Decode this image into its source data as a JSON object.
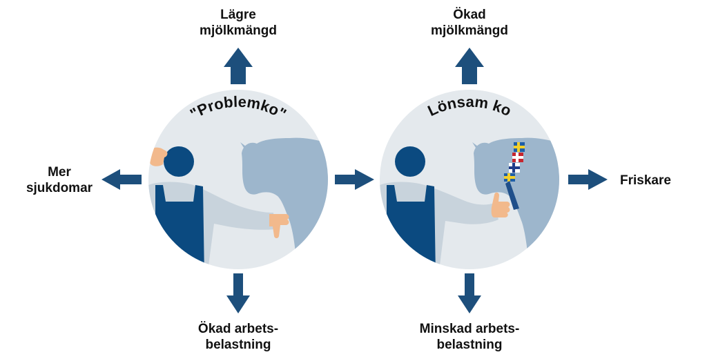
{
  "colors": {
    "arrow": "#1d4f7c",
    "circle_bg": "#e4e9ed",
    "cow": "#9db6cc",
    "farmer_dark": "#0b4a80",
    "shirt": "#c8d3dc",
    "skin": "#f2b98c",
    "text": "#111111"
  },
  "scenes": [
    {
      "title": "\"Problemko\"",
      "gesture": "thumbs-down",
      "labels": {
        "top": [
          "Lägre",
          "mjölkmängd"
        ],
        "bottom": [
          "Ökad arbets-",
          "belastning"
        ],
        "side": [
          "Mer",
          "sjukdomar"
        ]
      }
    },
    {
      "title": "Lönsam ko",
      "gesture": "thumbs-up",
      "labels": {
        "top": [
          "Ökad",
          "mjölkmängd"
        ],
        "bottom": [
          "Minskad arbets-",
          "belastning"
        ],
        "side": [
          "Friskare"
        ]
      }
    }
  ]
}
